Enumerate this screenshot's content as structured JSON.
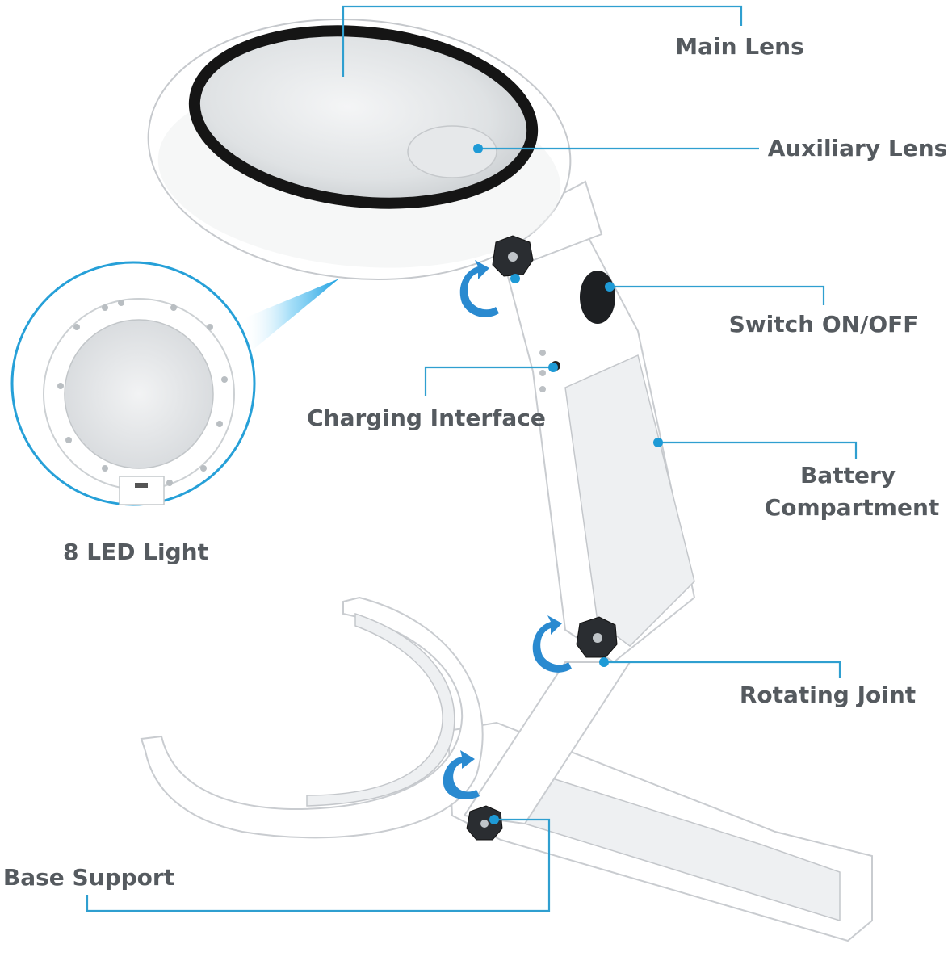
{
  "colors": {
    "leader": "#2f9fd0",
    "dot": "#1e9ad6",
    "label": "#555a5f"
  },
  "labels": {
    "main_lens": "Main Lens",
    "auxiliary_lens": "Auxiliary Lens",
    "switch": "Switch ON/OFF",
    "charging": "Charging Interface",
    "battery_line1": "Battery",
    "battery_line2": "Compartment",
    "led": "8 LED Light",
    "rotating_joint": "Rotating Joint",
    "base_support": "Base Support"
  }
}
